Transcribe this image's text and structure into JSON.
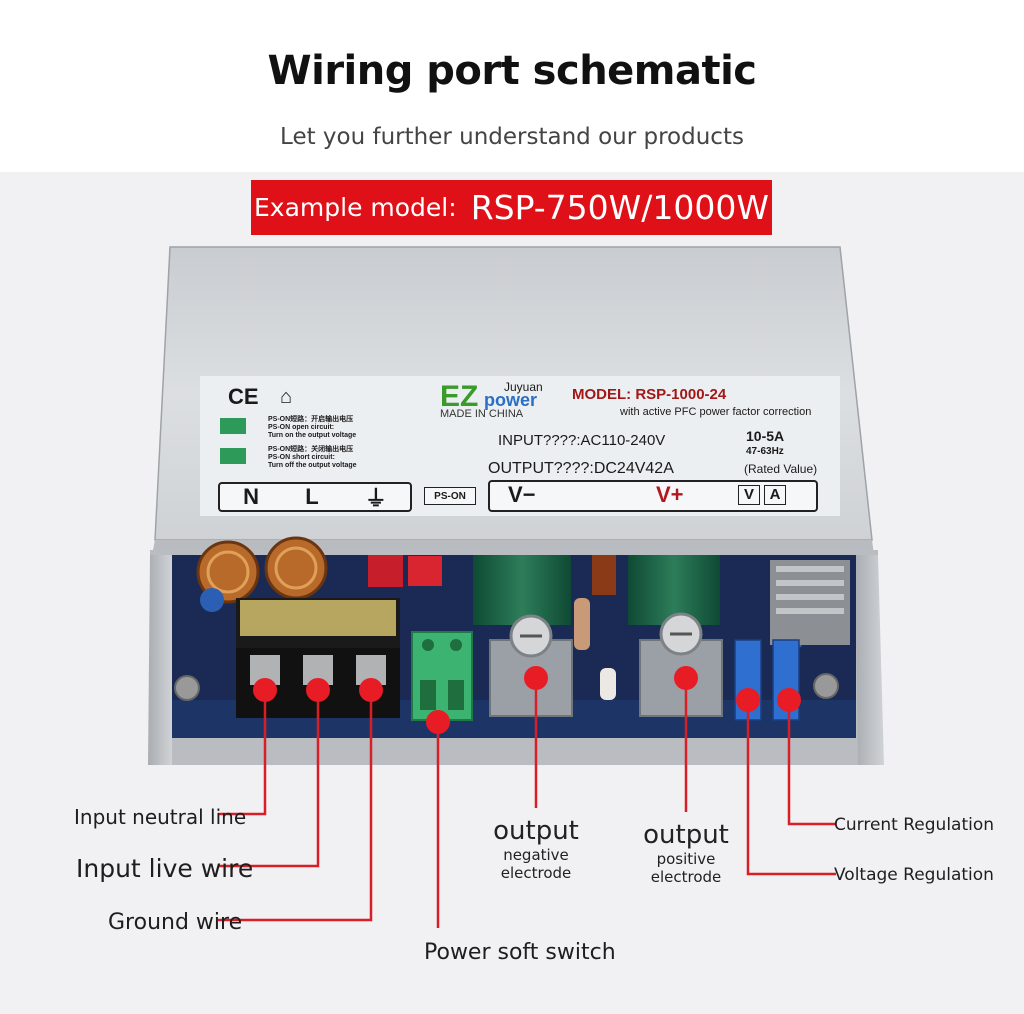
{
  "header": {
    "title": "Wiring port schematic",
    "subtitle": "Let you further understand our products"
  },
  "banner": {
    "label": "Example model:",
    "model": "RSP-750W/1000W"
  },
  "device_label": {
    "ce_mark": "CE",
    "brand": "EZ",
    "brand_sub": "power",
    "brand_tag": "Juyuan",
    "made_in": "MADE IN CHINA",
    "model": "MODEL: RSP-1000-24",
    "pfc_note": "with active PFC power factor correction",
    "input": "INPUT????:AC110-240V",
    "current": "10-5A",
    "frequency": "47-63Hz",
    "output": "OUTPUT????:DC24V42A",
    "rated": "(Rated Value)",
    "pson_open_cn": "PS-ON短路：开启输出电压",
    "pson_open": "PS-ON open circuit:",
    "pson_open_desc": "Turn on the output voltage",
    "pson_short_cn": "PS-ON短路：关闭输出电压",
    "pson_short": "PS-ON short circuit:",
    "pson_short_desc": "Turn off the output voltage",
    "terminals": [
      "N",
      "L",
      "⏚"
    ],
    "pson_label": "PS-ON",
    "v_minus": "V−",
    "v_plus": "V+",
    "adj_v": "V",
    "adj_a": "A"
  },
  "annotations": {
    "input_neutral": "Input neutral line",
    "input_live": "Input live wire",
    "ground": "Ground wire",
    "power_switch": "Power soft switch",
    "out_neg_title": "output",
    "out_neg_sub1": "negative",
    "out_neg_sub2": "electrode",
    "out_pos_title": "output",
    "out_pos_sub1": "positive",
    "out_pos_sub2": "electrode",
    "current_reg": "Current Regulation",
    "voltage_reg": "Voltage Regulation"
  },
  "colors": {
    "accent_red": "#e01018",
    "marker_red": "#e81c24",
    "line_red": "#d81e26"
  }
}
